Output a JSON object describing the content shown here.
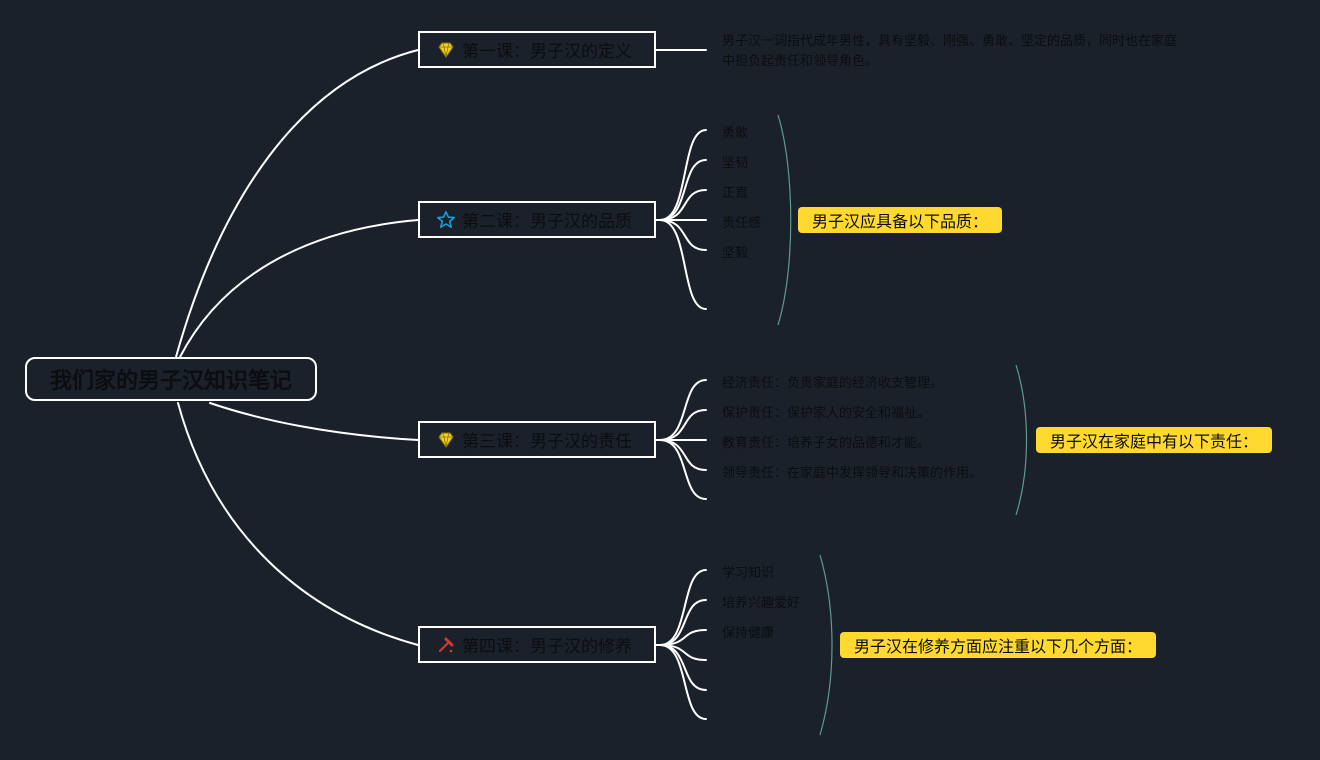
{
  "colors": {
    "background": "#1b212b",
    "connector": "#ffffff",
    "brace": "#5f9b8c",
    "summary_fill": "#ffd92f",
    "text": "#0b0d10"
  },
  "root": {
    "title": "我们家的男子汉知识笔记"
  },
  "branches": [
    {
      "title": "第一课：男子汉的定义",
      "icon": "diamond-icon",
      "icon_color": "#f2d21b",
      "paragraph_lines": [
        "男子汉一词指代成年男性，具有坚毅、刚强、勇敢、坚定的品质，同时也在家庭",
        "中担负起责任和领导角色。"
      ]
    },
    {
      "title": "第二课：男子汉的品质",
      "icon": "star-icon",
      "icon_color": "#1f9bd7",
      "items": [
        "勇敢",
        "坚韧",
        "正直",
        "责任感",
        "坚毅",
        ""
      ],
      "summary": "男子汉应具备以下品质："
    },
    {
      "title": "第三课：男子汉的责任",
      "icon": "diamond-icon",
      "icon_color": "#f2d21b",
      "items": [
        "经济责任：负责家庭的经济收支管理。",
        "保护责任：保护家人的安全和福祉。",
        "教育责任：培养子女的品德和才能。",
        "领导责任：在家庭中发挥领导和决策的作用。",
        ""
      ],
      "summary": "男子汉在家庭中有以下责任："
    },
    {
      "title": "第四课：男子汉的修养",
      "icon": "hammer-icon",
      "icon_color": "#d23a2a",
      "items": [
        "学习知识",
        "培养兴趣爱好",
        "保持健康",
        "",
        "",
        ""
      ],
      "summary": "男子汉在修养方面应注重以下几个方面："
    }
  ]
}
